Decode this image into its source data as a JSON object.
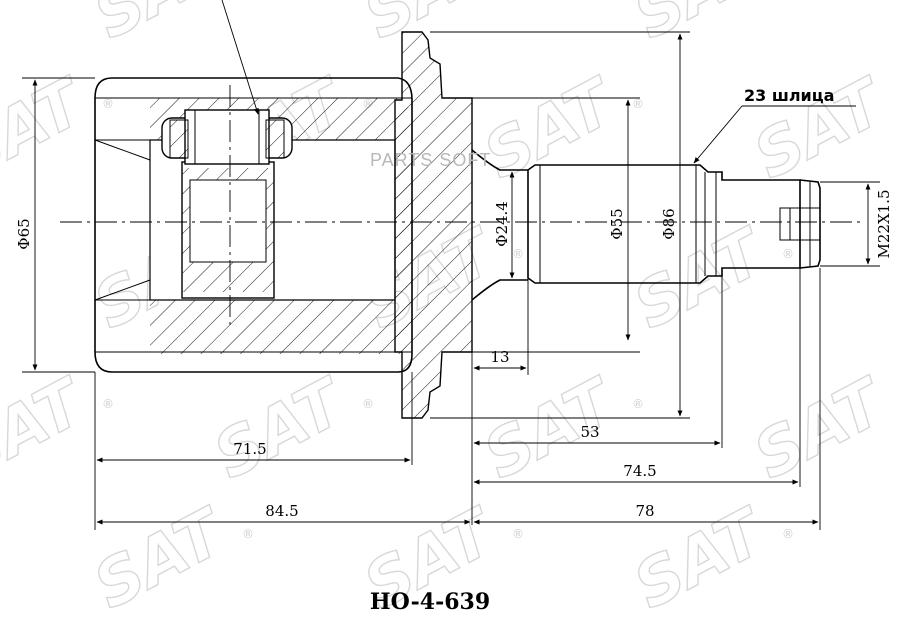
{
  "watermark": {
    "brand": "SAT",
    "reg": "®"
  },
  "site_watermark": "PARTS SOFT",
  "callout": {
    "splines": "23 шлица"
  },
  "dimensions": {
    "d65": "Φ65",
    "d24": "Φ24.4",
    "d55": "Φ55",
    "d86": "Φ86",
    "thread": "M22X1.5",
    "l13": "13",
    "l53": "53",
    "l71": "71.5",
    "l745": "74.5",
    "l845": "84.5",
    "l78": "78"
  },
  "part_number": "HO-4-639"
}
